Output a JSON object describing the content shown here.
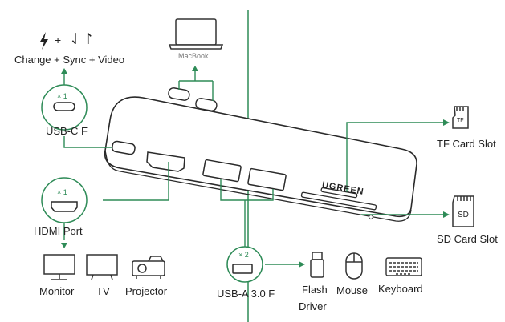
{
  "colors": {
    "accent": "#2e8b57",
    "line": "#3a3a3a",
    "hub_body": "#ffffff",
    "hub_outline": "#2a2a2a"
  },
  "top_icons": {
    "power_symbol": "ϟ",
    "plus1": "+",
    "sync_symbol": "⇃↾"
  },
  "labels": {
    "change_sync_video": "Change + Sync + Video",
    "macbook": "MacBook",
    "usb_c_multiplier": "× 1",
    "usb_c": "USB-C F",
    "hdmi_multiplier": "× 1",
    "hdmi": "HDMI Port",
    "monitor": "Monitor",
    "tv": "TV",
    "projector": "Projector",
    "usb_a_multiplier": "× 2",
    "usb_a": "USB-A 3.0 F",
    "flash_driver_line1": "Flash",
    "flash_driver_line2": "Driver",
    "mouse": "Mouse",
    "keyboard": "Keyboard",
    "tf_card_slot": "TF Card Slot",
    "tf_card_icon": "TF",
    "sd_card_slot": "SD Card Slot",
    "sd_card_icon": "SD",
    "brand": "UGREEN"
  }
}
